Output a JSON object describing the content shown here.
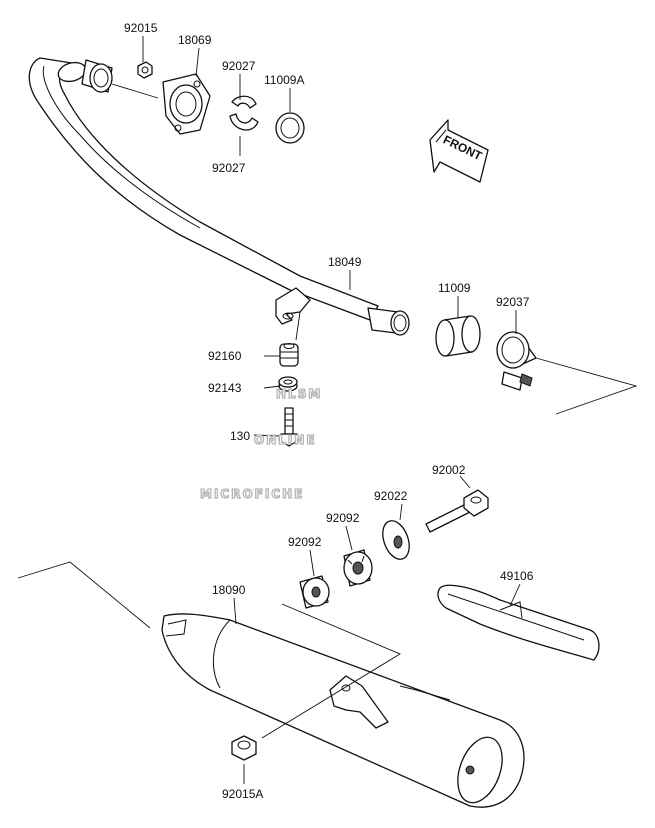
{
  "labels": {
    "p92015": "92015",
    "p18069": "18069",
    "p92027_top": "92027",
    "p11009A": "11009A",
    "p92027_bottom": "92027",
    "p18049": "18049",
    "p11009": "11009",
    "p92037": "92037",
    "p92160": "92160",
    "p92143": "92143",
    "p130": "130",
    "p92002": "92002",
    "p92022": "92022",
    "p92092_right": "92092",
    "p92092_left": "92092",
    "p18090": "18090",
    "p49106": "49106",
    "p92015A": "92015A"
  },
  "front_arrow": {
    "text": "FRONT"
  },
  "watermark": {
    "line1": "HLSM",
    "line2": "ONLINE",
    "line3": "MICROFICHE"
  }
}
